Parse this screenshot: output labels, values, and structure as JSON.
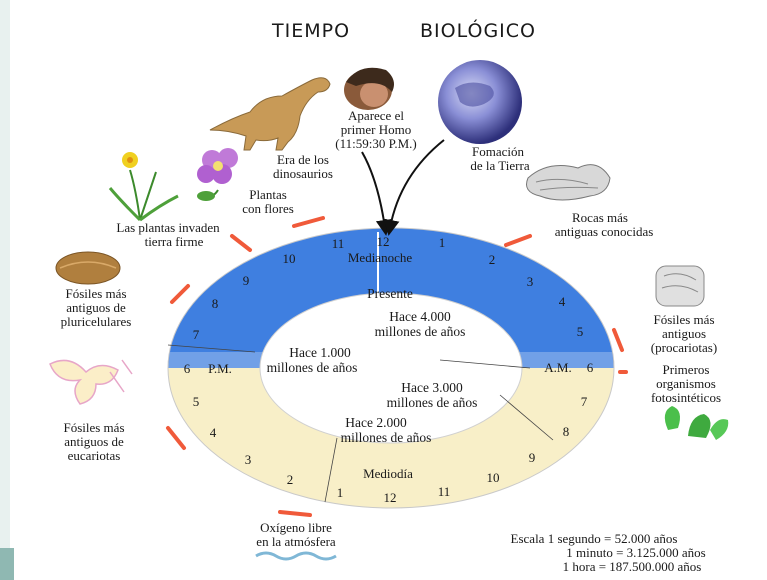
{
  "title": {
    "word1": "TIEMPO",
    "word2": "BIOLÓGICO"
  },
  "colors": {
    "night": "#3f7fe0",
    "day": "#f8efc8",
    "marker": "#f05a3a",
    "ring_inner": "#ffffff",
    "accent_line": "#7fb7d6"
  },
  "clock": {
    "hours": [
      "12",
      "1",
      "2",
      "3",
      "4",
      "5",
      "6",
      "7",
      "8",
      "9",
      "10",
      "11",
      "12",
      "1",
      "2",
      "3",
      "4",
      "5",
      "6",
      "7",
      "8",
      "9",
      "10",
      "11"
    ],
    "midnight": "Medianoche",
    "noon": "Mediodía",
    "am": "A.M.",
    "pm": "P.M.",
    "am_six": "6",
    "pm_six": "6"
  },
  "inner_labels": {
    "present": "Presente",
    "m4000_a": "Hace 4.000",
    "m4000_b": "millones de años",
    "m3000_a": "Hace 3.000",
    "m3000_b": "millones de años",
    "m2000_a": "Hace 2.000",
    "m2000_b": "millones de años",
    "m1000_a": "Hace 1.000",
    "m1000_b": "millones de años"
  },
  "events": {
    "homo_a": "Aparece el",
    "homo_b": "primer Homo",
    "homo_c": "(11:59:30 P.M.)",
    "earth_a": "Fomación",
    "earth_b": "de la Tierra",
    "dino_a": "Era de los",
    "dino_b": "dinosaurios",
    "flowers_a": "Plantas",
    "flowers_b": "con flores",
    "land_a": "Las plantas invaden",
    "land_b": "tierra firme",
    "rocks_a": "Rocas más",
    "rocks_b": "antiguas conocidas",
    "multi_a": "Fósiles más",
    "multi_b": "antiguos de",
    "multi_c": "pluricelulares",
    "prok_a": "Fósiles más",
    "prok_b": "antiguos",
    "prok_c": "(procariotas)",
    "photo_a": "Primeros",
    "photo_b": "organismos",
    "photo_c": "fotosintéticos",
    "euk_a": "Fósiles más",
    "euk_b": "antiguos de",
    "euk_c": "eucariotas",
    "oxy_a": "Oxígeno libre",
    "oxy_b": "en la atmósfera"
  },
  "scale": {
    "line1": "Escala 1 segundo = 52.000 años",
    "line2": "1 minuto  = 3.125.000 años",
    "line3": "1 hora = 187.500.000 años"
  },
  "icons": [
    "dinosaur-icon",
    "early-human-icon",
    "earth-globe-icon",
    "daffodil-icon",
    "flower-icon",
    "rock-icon",
    "fossil-shell-icon",
    "prokaryote-fossil-icon",
    "photosynthetic-organism-icon",
    "eukaryote-cell-icon",
    "oxygen-wave-icon"
  ]
}
